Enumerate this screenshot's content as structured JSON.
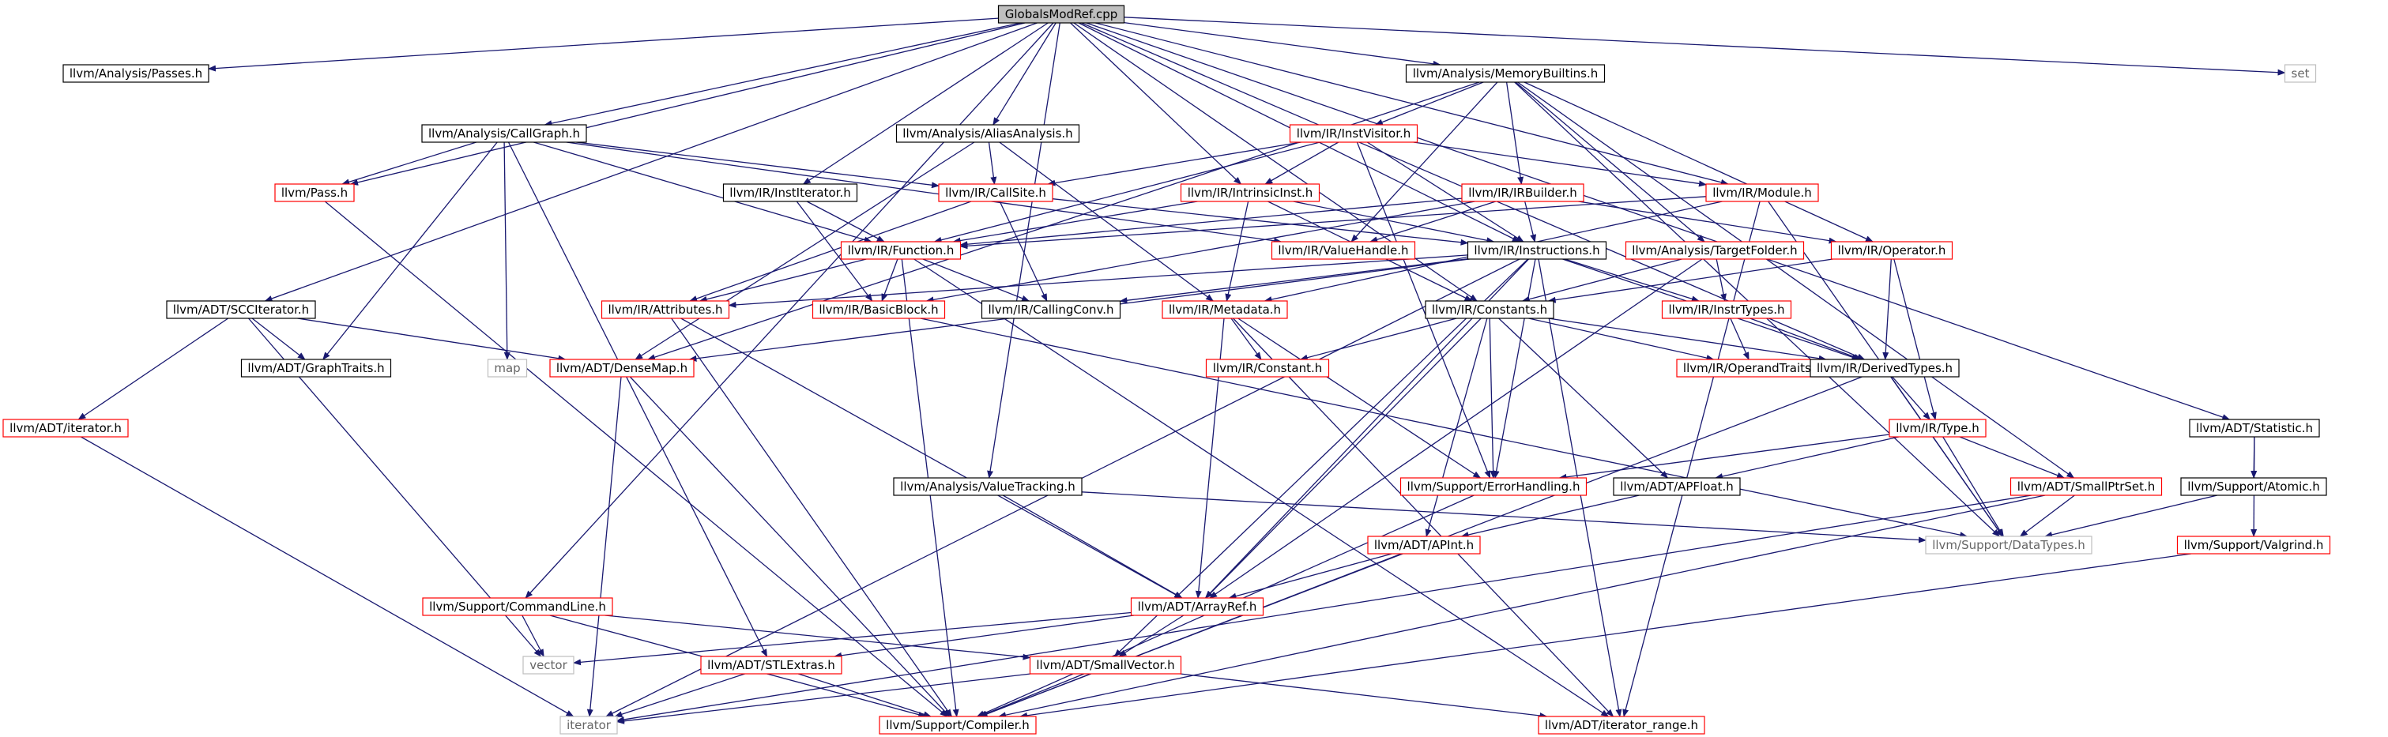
{
  "graph": {
    "root": "root",
    "colors": {
      "edge": "#191970",
      "border_default": "#000000",
      "border_linked": "#ff0000",
      "border_external": "#bfbfbf",
      "fill_root": "#bfbfbf",
      "text_default": "#000000",
      "text_external": "#666666"
    },
    "nodes": [
      {
        "id": "root",
        "label": "GlobalsModRef.cpp",
        "kind": "root"
      },
      {
        "id": "passes",
        "label": "llvm/Analysis/Passes.h",
        "kind": "plain"
      },
      {
        "id": "pass",
        "label": "llvm/Pass.h",
        "kind": "linked"
      },
      {
        "id": "scciter",
        "label": "llvm/ADT/SCCIterator.h",
        "kind": "plain"
      },
      {
        "id": "callgraph",
        "label": "llvm/Analysis/CallGraph.h",
        "kind": "plain"
      },
      {
        "id": "cmdline",
        "label": "llvm/Support/CommandLine.h",
        "kind": "linked"
      },
      {
        "id": "aliasanalysis",
        "label": "llvm/Analysis/AliasAnalysis.h",
        "kind": "plain"
      },
      {
        "id": "valuetracking",
        "label": "llvm/Analysis/ValueTracking.h",
        "kind": "plain"
      },
      {
        "id": "institerator",
        "label": "llvm/IR/InstIterator.h",
        "kind": "plain"
      },
      {
        "id": "memorybuiltins",
        "label": "llvm/Analysis/MemoryBuiltins.h",
        "kind": "plain"
      },
      {
        "id": "instvisitor",
        "label": "llvm/IR/InstVisitor.h",
        "kind": "linked"
      },
      {
        "id": "intrinsicinst",
        "label": "llvm/IR/IntrinsicInst.h",
        "kind": "linked"
      },
      {
        "id": "callsite",
        "label": "llvm/IR/CallSite.h",
        "kind": "linked"
      },
      {
        "id": "irbuilder",
        "label": "llvm/IR/IRBuilder.h",
        "kind": "linked"
      },
      {
        "id": "module",
        "label": "llvm/IR/Module.h",
        "kind": "linked"
      },
      {
        "id": "set",
        "label": "set",
        "kind": "external"
      },
      {
        "id": "statistic",
        "label": "llvm/ADT/Statistic.h",
        "kind": "plain"
      },
      {
        "id": "function",
        "label": "llvm/IR/Function.h",
        "kind": "linked"
      },
      {
        "id": "valuehandle",
        "label": "llvm/IR/ValueHandle.h",
        "kind": "linked"
      },
      {
        "id": "instructions",
        "label": "llvm/IR/Instructions.h",
        "kind": "plain"
      },
      {
        "id": "targetfolder",
        "label": "llvm/Analysis/TargetFolder.h",
        "kind": "linked"
      },
      {
        "id": "operator",
        "label": "llvm/IR/Operator.h",
        "kind": "linked"
      },
      {
        "id": "attributes",
        "label": "llvm/IR/Attributes.h",
        "kind": "linked"
      },
      {
        "id": "basicblock",
        "label": "llvm/IR/BasicBlock.h",
        "kind": "linked"
      },
      {
        "id": "callingconv",
        "label": "llvm/IR/CallingConv.h",
        "kind": "plain"
      },
      {
        "id": "metadata",
        "label": "llvm/IR/Metadata.h",
        "kind": "linked"
      },
      {
        "id": "constants",
        "label": "llvm/IR/Constants.h",
        "kind": "plain"
      },
      {
        "id": "instrtypes",
        "label": "llvm/IR/InstrTypes.h",
        "kind": "linked"
      },
      {
        "id": "graphtraits",
        "label": "llvm/ADT/GraphTraits.h",
        "kind": "plain"
      },
      {
        "id": "map",
        "label": "map",
        "kind": "external"
      },
      {
        "id": "densemap",
        "label": "llvm/ADT/DenseMap.h",
        "kind": "linked"
      },
      {
        "id": "constant",
        "label": "llvm/IR/Constant.h",
        "kind": "linked"
      },
      {
        "id": "operandtraits",
        "label": "llvm/IR/OperandTraits.h",
        "kind": "linked"
      },
      {
        "id": "derivedtypes",
        "label": "llvm/IR/DerivedTypes.h",
        "kind": "plain"
      },
      {
        "id": "iterator",
        "label": "llvm/ADT/iterator.h",
        "kind": "linked"
      },
      {
        "id": "type",
        "label": "llvm/IR/Type.h",
        "kind": "linked"
      },
      {
        "id": "errorhandling",
        "label": "llvm/Support/ErrorHandling.h",
        "kind": "linked"
      },
      {
        "id": "apfloat",
        "label": "llvm/ADT/APFloat.h",
        "kind": "plain"
      },
      {
        "id": "smallptrset",
        "label": "llvm/ADT/SmallPtrSet.h",
        "kind": "linked"
      },
      {
        "id": "atomic",
        "label": "llvm/Support/Atomic.h",
        "kind": "plain"
      },
      {
        "id": "datatypes",
        "label": "llvm/Support/DataTypes.h",
        "kind": "external"
      },
      {
        "id": "apint",
        "label": "llvm/ADT/APInt.h",
        "kind": "linked"
      },
      {
        "id": "valgrind",
        "label": "llvm/Support/Valgrind.h",
        "kind": "linked"
      },
      {
        "id": "arrayref",
        "label": "llvm/ADT/ArrayRef.h",
        "kind": "linked"
      },
      {
        "id": "vector",
        "label": "vector",
        "kind": "external"
      },
      {
        "id": "stlextras",
        "label": "llvm/ADT/STLExtras.h",
        "kind": "linked"
      },
      {
        "id": "smallvector",
        "label": "llvm/ADT/SmallVector.h",
        "kind": "linked"
      },
      {
        "id": "iteratorstd",
        "label": "iterator",
        "kind": "external"
      },
      {
        "id": "compiler",
        "label": "llvm/Support/Compiler.h",
        "kind": "linked"
      },
      {
        "id": "iteratorrange",
        "label": "llvm/ADT/iterator_range.h",
        "kind": "linked"
      }
    ],
    "edges": [
      [
        "root",
        "passes"
      ],
      [
        "root",
        "pass"
      ],
      [
        "root",
        "scciter"
      ],
      [
        "root",
        "callgraph"
      ],
      [
        "root",
        "cmdline"
      ],
      [
        "root",
        "aliasanalysis"
      ],
      [
        "root",
        "valuetracking"
      ],
      [
        "root",
        "institerator"
      ],
      [
        "root",
        "memorybuiltins"
      ],
      [
        "root",
        "intrinsicinst"
      ],
      [
        "root",
        "module"
      ],
      [
        "root",
        "set"
      ],
      [
        "root",
        "statistic"
      ],
      [
        "root",
        "instructions"
      ],
      [
        "root",
        "constants"
      ],
      [
        "root",
        "derivedtypes"
      ],
      [
        "pass",
        "compiler"
      ],
      [
        "scciter",
        "graphtraits"
      ],
      [
        "scciter",
        "densemap"
      ],
      [
        "scciter",
        "iterator"
      ],
      [
        "scciter",
        "vector"
      ],
      [
        "callgraph",
        "pass"
      ],
      [
        "callgraph",
        "function"
      ],
      [
        "callgraph",
        "callsite"
      ],
      [
        "callgraph",
        "valuehandle"
      ],
      [
        "callgraph",
        "graphtraits"
      ],
      [
        "callgraph",
        "map"
      ],
      [
        "callgraph",
        "stlextras"
      ],
      [
        "aliasanalysis",
        "callsite"
      ],
      [
        "aliasanalysis",
        "metadata"
      ],
      [
        "aliasanalysis",
        "densemap"
      ],
      [
        "valuetracking",
        "arrayref"
      ],
      [
        "valuetracking",
        "datatypes"
      ],
      [
        "institerator",
        "function"
      ],
      [
        "institerator",
        "basicblock"
      ],
      [
        "memorybuiltins",
        "instvisitor"
      ],
      [
        "memorybuiltins",
        "irbuilder"
      ],
      [
        "memorybuiltins",
        "targetfolder"
      ],
      [
        "memorybuiltins",
        "operator"
      ],
      [
        "memorybuiltins",
        "valuehandle"
      ],
      [
        "memorybuiltins",
        "smallptrset"
      ],
      [
        "memorybuiltins",
        "datatypes"
      ],
      [
        "memorybuiltins",
        "densemap"
      ],
      [
        "instvisitor",
        "callsite"
      ],
      [
        "instvisitor",
        "intrinsicinst"
      ],
      [
        "instvisitor",
        "module"
      ],
      [
        "instvisitor",
        "function"
      ],
      [
        "instvisitor",
        "instructions"
      ],
      [
        "instvisitor",
        "errorhandling"
      ],
      [
        "intrinsicinst",
        "function"
      ],
      [
        "intrinsicinst",
        "instructions"
      ],
      [
        "intrinsicinst",
        "metadata"
      ],
      [
        "intrinsicinst",
        "constants"
      ],
      [
        "callsite",
        "attributes"
      ],
      [
        "callsite",
        "callingconv"
      ],
      [
        "callsite",
        "instructions"
      ],
      [
        "irbuilder",
        "valuehandle"
      ],
      [
        "irbuilder",
        "instructions"
      ],
      [
        "irbuilder",
        "function"
      ],
      [
        "irbuilder",
        "operator"
      ],
      [
        "irbuilder",
        "basicblock"
      ],
      [
        "module",
        "function"
      ],
      [
        "module",
        "metadata"
      ],
      [
        "module",
        "datatypes"
      ],
      [
        "module",
        "iteratorrange"
      ],
      [
        "statistic",
        "atomic"
      ],
      [
        "statistic",
        "valgrind"
      ],
      [
        "function",
        "attributes"
      ],
      [
        "function",
        "basicblock"
      ],
      [
        "function",
        "callingconv"
      ],
      [
        "function",
        "compiler"
      ],
      [
        "function",
        "iteratorrange"
      ],
      [
        "instructions",
        "attributes"
      ],
      [
        "instructions",
        "callingconv"
      ],
      [
        "instructions",
        "instrtypes"
      ],
      [
        "instructions",
        "derivedtypes"
      ],
      [
        "instructions",
        "arrayref"
      ],
      [
        "instructions",
        "errorhandling"
      ],
      [
        "instructions",
        "iteratorrange"
      ],
      [
        "instructions",
        "smallvector"
      ],
      [
        "instructions",
        "densemap"
      ],
      [
        "instructions",
        "iteratorstd"
      ],
      [
        "targetfolder",
        "constants"
      ],
      [
        "targetfolder",
        "instrtypes"
      ],
      [
        "targetfolder",
        "arrayref"
      ],
      [
        "operator",
        "constants"
      ],
      [
        "operator",
        "derivedtypes"
      ],
      [
        "operator",
        "type"
      ],
      [
        "attributes",
        "arrayref"
      ],
      [
        "attributes",
        "compiler"
      ],
      [
        "basicblock",
        "datatypes"
      ],
      [
        "metadata",
        "constant"
      ],
      [
        "metadata",
        "arrayref"
      ],
      [
        "metadata",
        "errorhandling"
      ],
      [
        "metadata",
        "iteratorrange"
      ],
      [
        "constants",
        "constant"
      ],
      [
        "constants",
        "operandtraits"
      ],
      [
        "constants",
        "derivedtypes"
      ],
      [
        "constants",
        "apint"
      ],
      [
        "constants",
        "apfloat"
      ],
      [
        "constants",
        "arrayref"
      ],
      [
        "constants",
        "errorhandling"
      ],
      [
        "instrtypes",
        "operandtraits"
      ],
      [
        "instrtypes",
        "derivedtypes"
      ],
      [
        "densemap",
        "compiler"
      ],
      [
        "densemap",
        "iteratorstd"
      ],
      [
        "derivedtypes",
        "type"
      ],
      [
        "derivedtypes",
        "datatypes"
      ],
      [
        "derivedtypes",
        "compiler"
      ],
      [
        "iterator",
        "iteratorstd"
      ],
      [
        "type",
        "apfloat"
      ],
      [
        "type",
        "smallptrset"
      ],
      [
        "type",
        "datatypes"
      ],
      [
        "type",
        "errorhandling"
      ],
      [
        "errorhandling",
        "compiler"
      ],
      [
        "apfloat",
        "apint"
      ],
      [
        "smallptrset",
        "datatypes"
      ],
      [
        "smallptrset",
        "compiler"
      ],
      [
        "smallptrset",
        "iteratorstd"
      ],
      [
        "atomic",
        "datatypes"
      ],
      [
        "apint",
        "arrayref"
      ],
      [
        "apint",
        "compiler"
      ],
      [
        "valgrind",
        "compiler"
      ],
      [
        "arrayref",
        "smallvector"
      ],
      [
        "arrayref",
        "stlextras"
      ],
      [
        "arrayref",
        "vector"
      ],
      [
        "stlextras",
        "iteratorstd"
      ],
      [
        "stlextras",
        "compiler"
      ],
      [
        "smallvector",
        "compiler"
      ],
      [
        "smallvector",
        "iteratorrange"
      ],
      [
        "smallvector",
        "iteratorstd"
      ],
      [
        "cmdline",
        "compiler"
      ],
      [
        "cmdline",
        "smallvector"
      ],
      [
        "cmdline",
        "vector"
      ]
    ]
  }
}
